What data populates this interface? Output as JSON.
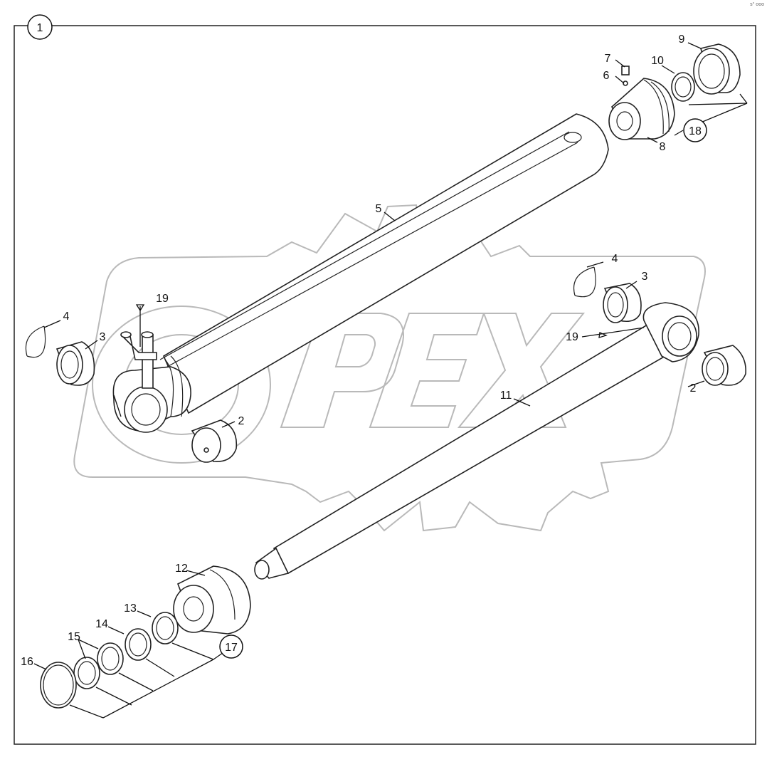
{
  "diagram": {
    "frame_number": "1",
    "corner_mark": "s° ooo",
    "watermark_text": "OPEX",
    "labels": {
      "l2a": "2",
      "l2b": "2",
      "l3a": "3",
      "l3b": "3",
      "l4a": "4",
      "l4b": "4",
      "l5": "5",
      "l6": "6",
      "l7": "7",
      "l8": "8",
      "l9": "9",
      "l10": "10",
      "l11": "11",
      "l12": "12",
      "l13": "13",
      "l14": "14",
      "l15": "15",
      "l16": "16",
      "l19a": "19",
      "l19b": "19"
    },
    "callouts": {
      "c17": "17",
      "c18": "18"
    }
  }
}
